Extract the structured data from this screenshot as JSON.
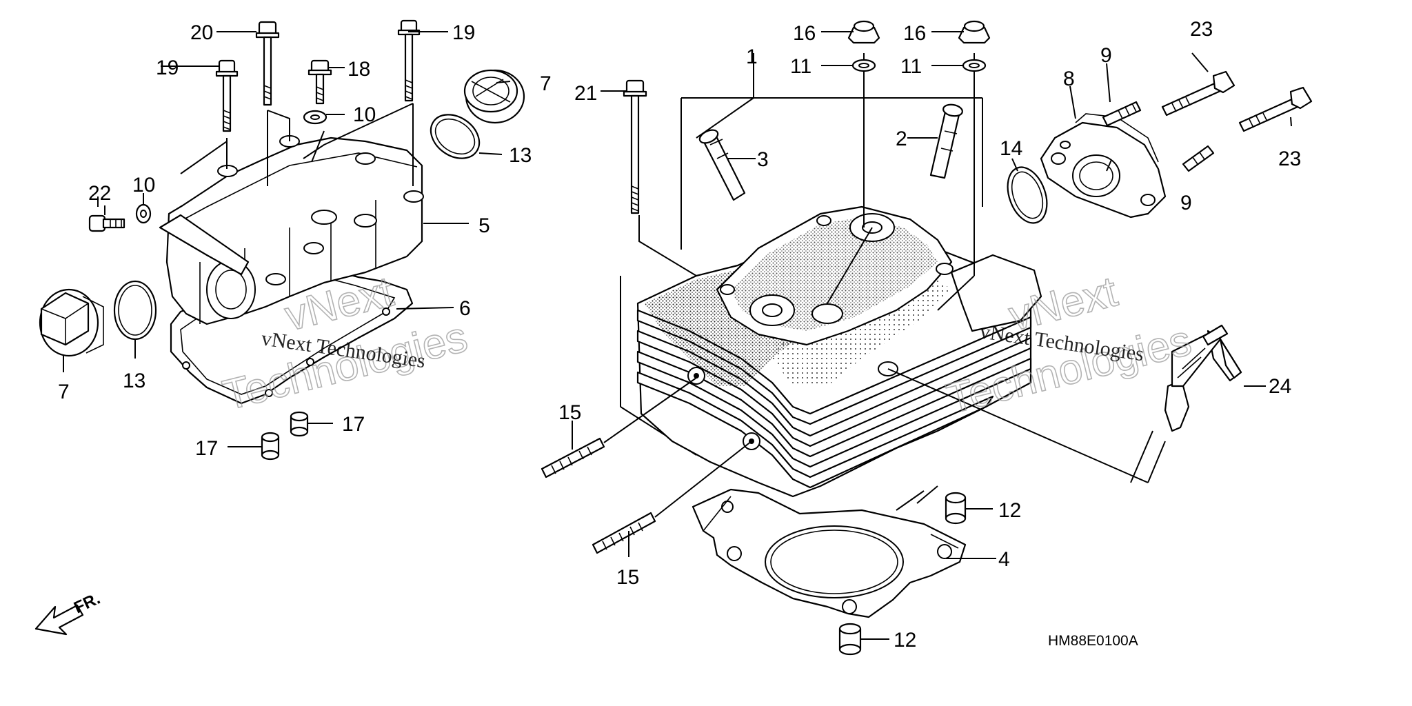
{
  "diagram_code": "HM88E0100A",
  "front_marker": "FR.",
  "watermark": {
    "line1": "vNext Technologies",
    "line2": "Technologies",
    "line3": "vNext"
  },
  "callouts": {
    "c1": "1",
    "c2": "2",
    "c3": "3",
    "c4": "4",
    "c5": "5",
    "c6": "6",
    "c7a": "7",
    "c7b": "7",
    "c8": "8",
    "c9a": "9",
    "c9b": "9",
    "c10a": "10",
    "c10b": "10",
    "c11a": "11",
    "c11b": "11",
    "c12a": "12",
    "c12b": "12",
    "c13a": "13",
    "c13b": "13",
    "c14": "14",
    "c15a": "15",
    "c15b": "15",
    "c16a": "16",
    "c16b": "16",
    "c17a": "17",
    "c17b": "17",
    "c18": "18",
    "c19a": "19",
    "c19b": "19",
    "c20": "20",
    "c21": "21",
    "c22": "22",
    "c23a": "23",
    "c23b": "23",
    "c24": "24"
  }
}
